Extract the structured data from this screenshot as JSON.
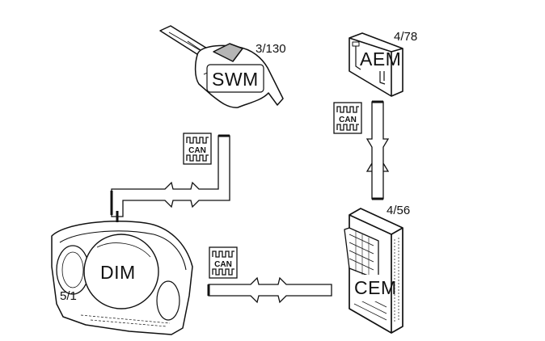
{
  "components": {
    "swm": {
      "name": "SWM",
      "ref": "3/130"
    },
    "aem": {
      "name": "AEM",
      "ref": "4/78"
    },
    "cem": {
      "name": "CEM",
      "ref": "4/56"
    },
    "dim": {
      "name": "DIM",
      "ref": "5/1"
    }
  },
  "bus": {
    "label": "CAN"
  },
  "colors": {
    "line": "#111111",
    "shade": "#b5b5b5",
    "paper": "#ffffff"
  },
  "icons": [
    "steering-wheel-module-icon",
    "electronic-module-icon",
    "central-electronic-module-icon",
    "instrument-cluster-icon",
    "can-bus-icon",
    "signal-arrow"
  ]
}
